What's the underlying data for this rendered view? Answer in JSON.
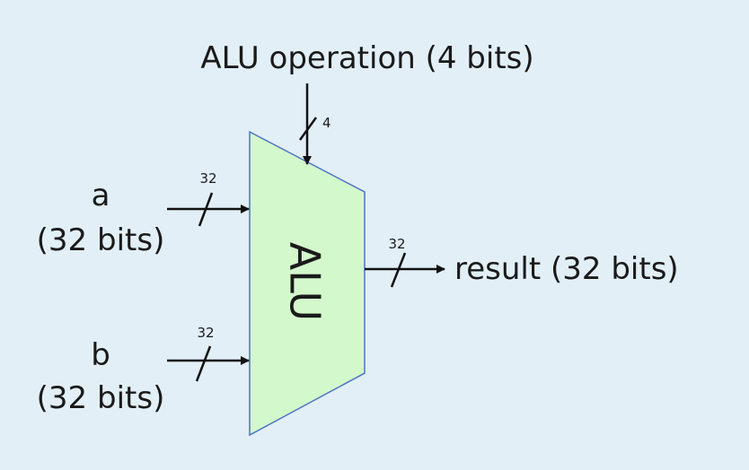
{
  "diagram": {
    "title": "ALU operation (4 bits)",
    "block_label": "ALU",
    "op_width": "4",
    "input_a": {
      "name": "a",
      "desc": "(32 bits)",
      "width": "32"
    },
    "input_b": {
      "name": "b",
      "desc": "(32 bits)",
      "width": "32"
    },
    "output": {
      "label": "result (32 bits)",
      "width": "32"
    },
    "colors": {
      "background": "#e2eff7",
      "alu_fill": "#d3f8cc",
      "alu_stroke": "#4a73c8",
      "wire": "#111111"
    }
  }
}
